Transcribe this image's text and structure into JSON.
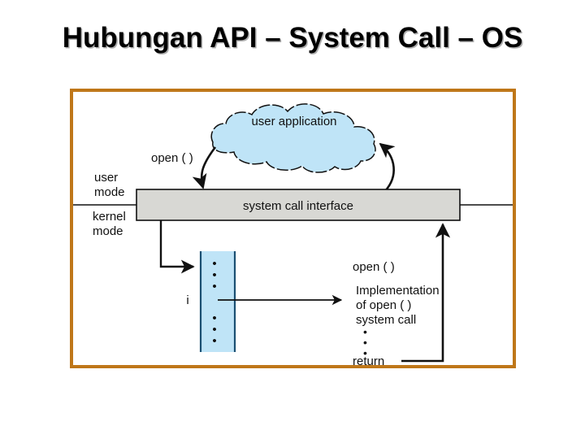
{
  "slide": {
    "title": "Hubungan API – System Call – OS",
    "background_color": "#ffffff",
    "title_color": "#000000"
  },
  "diagram": {
    "frame_border_color": "#bf7719",
    "cloud": {
      "label": "user application",
      "fill_color": "#bfe4f7",
      "stroke_color": "#111111"
    },
    "call_arrow_label": "open ( )",
    "interface_bar": {
      "label": "system call interface",
      "fill_color": "#d8d8d4",
      "stroke_color": "#111111"
    },
    "mode_labels": {
      "user_line1": "user",
      "user_line2": "mode",
      "kernel_line1": "kernel",
      "kernel_line2": "mode"
    },
    "table": {
      "index_label": "i",
      "fill_color": "#bfe4f7",
      "stroke_color": "#1b4f72",
      "dots_top": [
        "•",
        "•",
        "•"
      ],
      "dots_bottom": [
        "•",
        "•",
        "•"
      ]
    },
    "implementation": {
      "heading": "open ( )",
      "body_line1": "Implementation",
      "body_line2": "of open ( )",
      "body_line3": "system call",
      "dots": [
        "•",
        "•",
        "•"
      ],
      "return_label": "return"
    }
  }
}
